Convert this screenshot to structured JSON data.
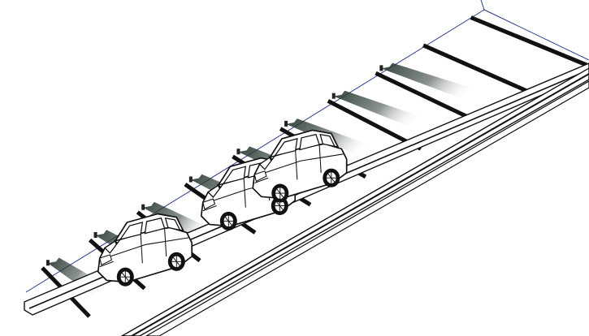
{
  "diagram": {
    "kind": "isometric parking row",
    "parking_bays": 9,
    "occupied_bays": [
      2,
      4,
      5
    ],
    "camera_sensors": 8,
    "colors": {
      "background": "#ffffff",
      "floor": "#ffffff",
      "line": "#111111",
      "wall_line": "#2a3a8c",
      "beam_dark": "#2b3a33",
      "beam_light": "#ffffff",
      "car_body": "#ffffff",
      "car_stroke": "#111111"
    }
  }
}
